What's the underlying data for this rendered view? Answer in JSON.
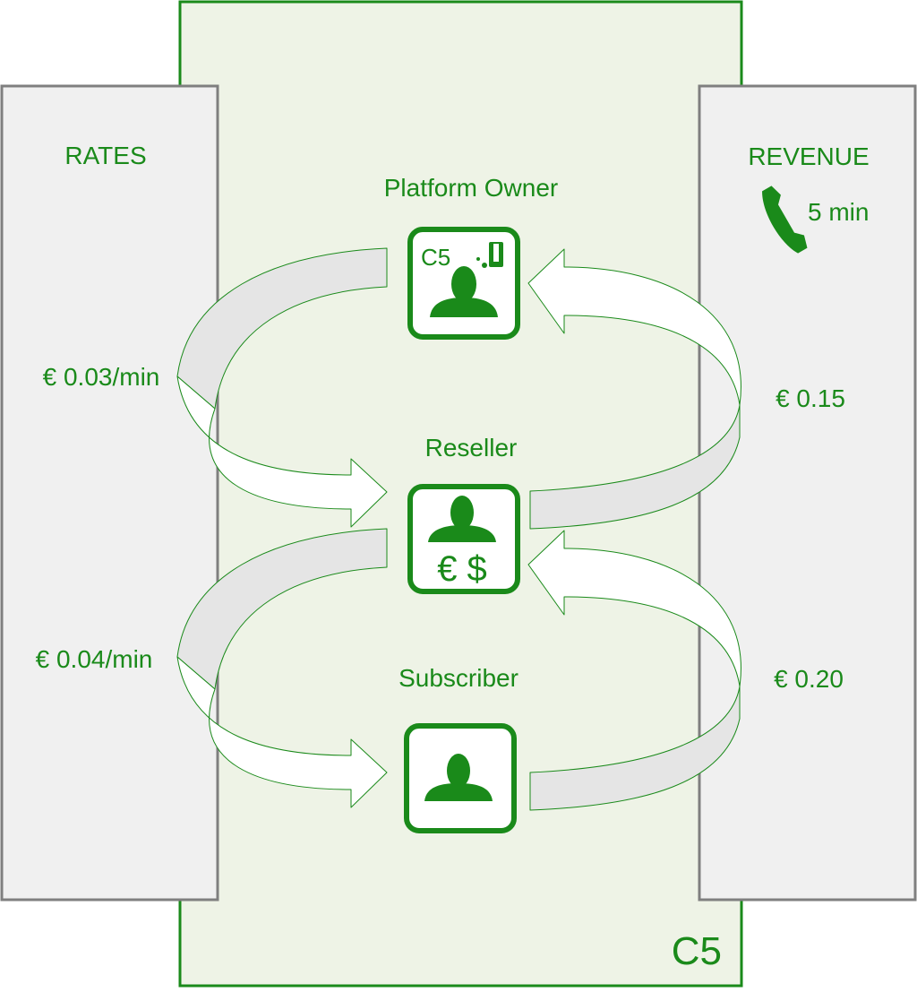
{
  "colors": {
    "green": "#1a8a1a",
    "dark_green": "#0e7a0e",
    "center_fill": "#eef3e6",
    "side_fill": "#f0f0f0",
    "side_border": "#7f7f7f",
    "arrow_fill": "#e5e5e5"
  },
  "panels": {
    "rates_title": "RATES",
    "revenue_title": "REVENUE",
    "call_duration": "5 min",
    "center_logo": "C5"
  },
  "roles": {
    "owner": {
      "label": "Platform Owner",
      "icon": "platform-owner-icon",
      "badge": "C5"
    },
    "reseller": {
      "label": "Reseller",
      "icon": "reseller-icon",
      "currency": "€ $"
    },
    "subscriber": {
      "label": "Subscriber",
      "icon": "subscriber-icon"
    }
  },
  "rates": {
    "owner_to_reseller": "€ 0.03/min",
    "reseller_to_subscriber": "€ 0.04/min"
  },
  "revenue": {
    "reseller_to_owner": "€ 0.15",
    "subscriber_to_reseller": "€ 0.20"
  }
}
